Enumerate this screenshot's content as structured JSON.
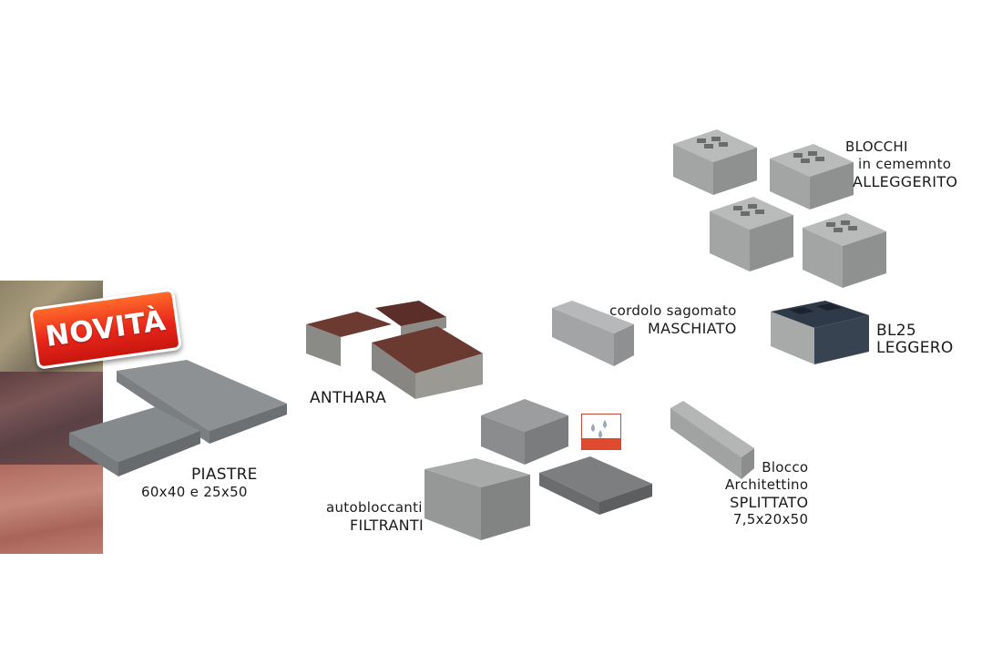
{
  "badge": {
    "text": "NOVITÀ",
    "color": "#e8261b"
  },
  "swatches": [
    {
      "name": "sand-beige",
      "color": "#9b8e70"
    },
    {
      "name": "burgundy-brown",
      "color": "#6a4a4a"
    },
    {
      "name": "terracotta-red",
      "color": "#b87266"
    }
  ],
  "labels": {
    "blocchi": {
      "line1": "BLOCCHI",
      "line2": "in cememnto",
      "line3": "ALLEGGERITO"
    },
    "cordolo": {
      "line1": "cordolo sagomato",
      "line2": "MASCHIATO"
    },
    "bl25": {
      "line1": "BL25",
      "line2": "LEGGERO"
    },
    "anthara": {
      "line1": "ANTHARA"
    },
    "piastre": {
      "line1": "PIASTRE",
      "line2": "60x40 e 25x50"
    },
    "autobloccanti": {
      "line1": "autobloccanti",
      "line2": "FILTRANTI"
    },
    "blocco": {
      "line1": "Blocco",
      "line2": "Architettino",
      "line3": "SPLITTATO",
      "line4": "7,5x20x50"
    }
  },
  "icons": {
    "drainage": "water-drops-icon"
  }
}
